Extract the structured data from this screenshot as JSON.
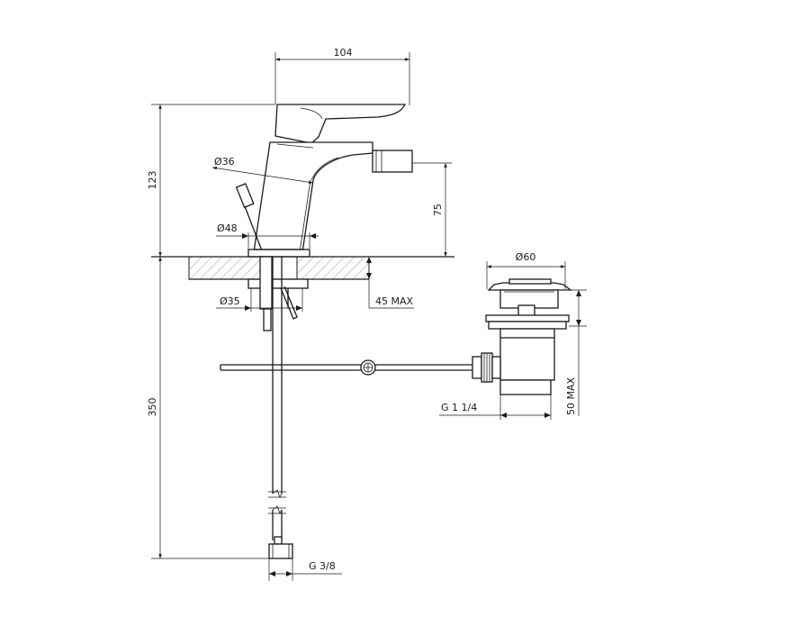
{
  "dimensions": {
    "top_width": "104",
    "total_height": "123",
    "spout_height": "75",
    "handle_diameter": "Ø36",
    "base_diameter": "Ø48",
    "shank_diameter": "Ø35",
    "max_deck_thickness": "45 MAX",
    "hose_length": "350",
    "hose_thread": "G 3/8",
    "waste_diameter": "Ø60",
    "waste_thread": "G 1 1/4",
    "waste_max_height": "50 MAX"
  },
  "colors": {
    "line": "#1a1a1a",
    "background": "#ffffff"
  }
}
